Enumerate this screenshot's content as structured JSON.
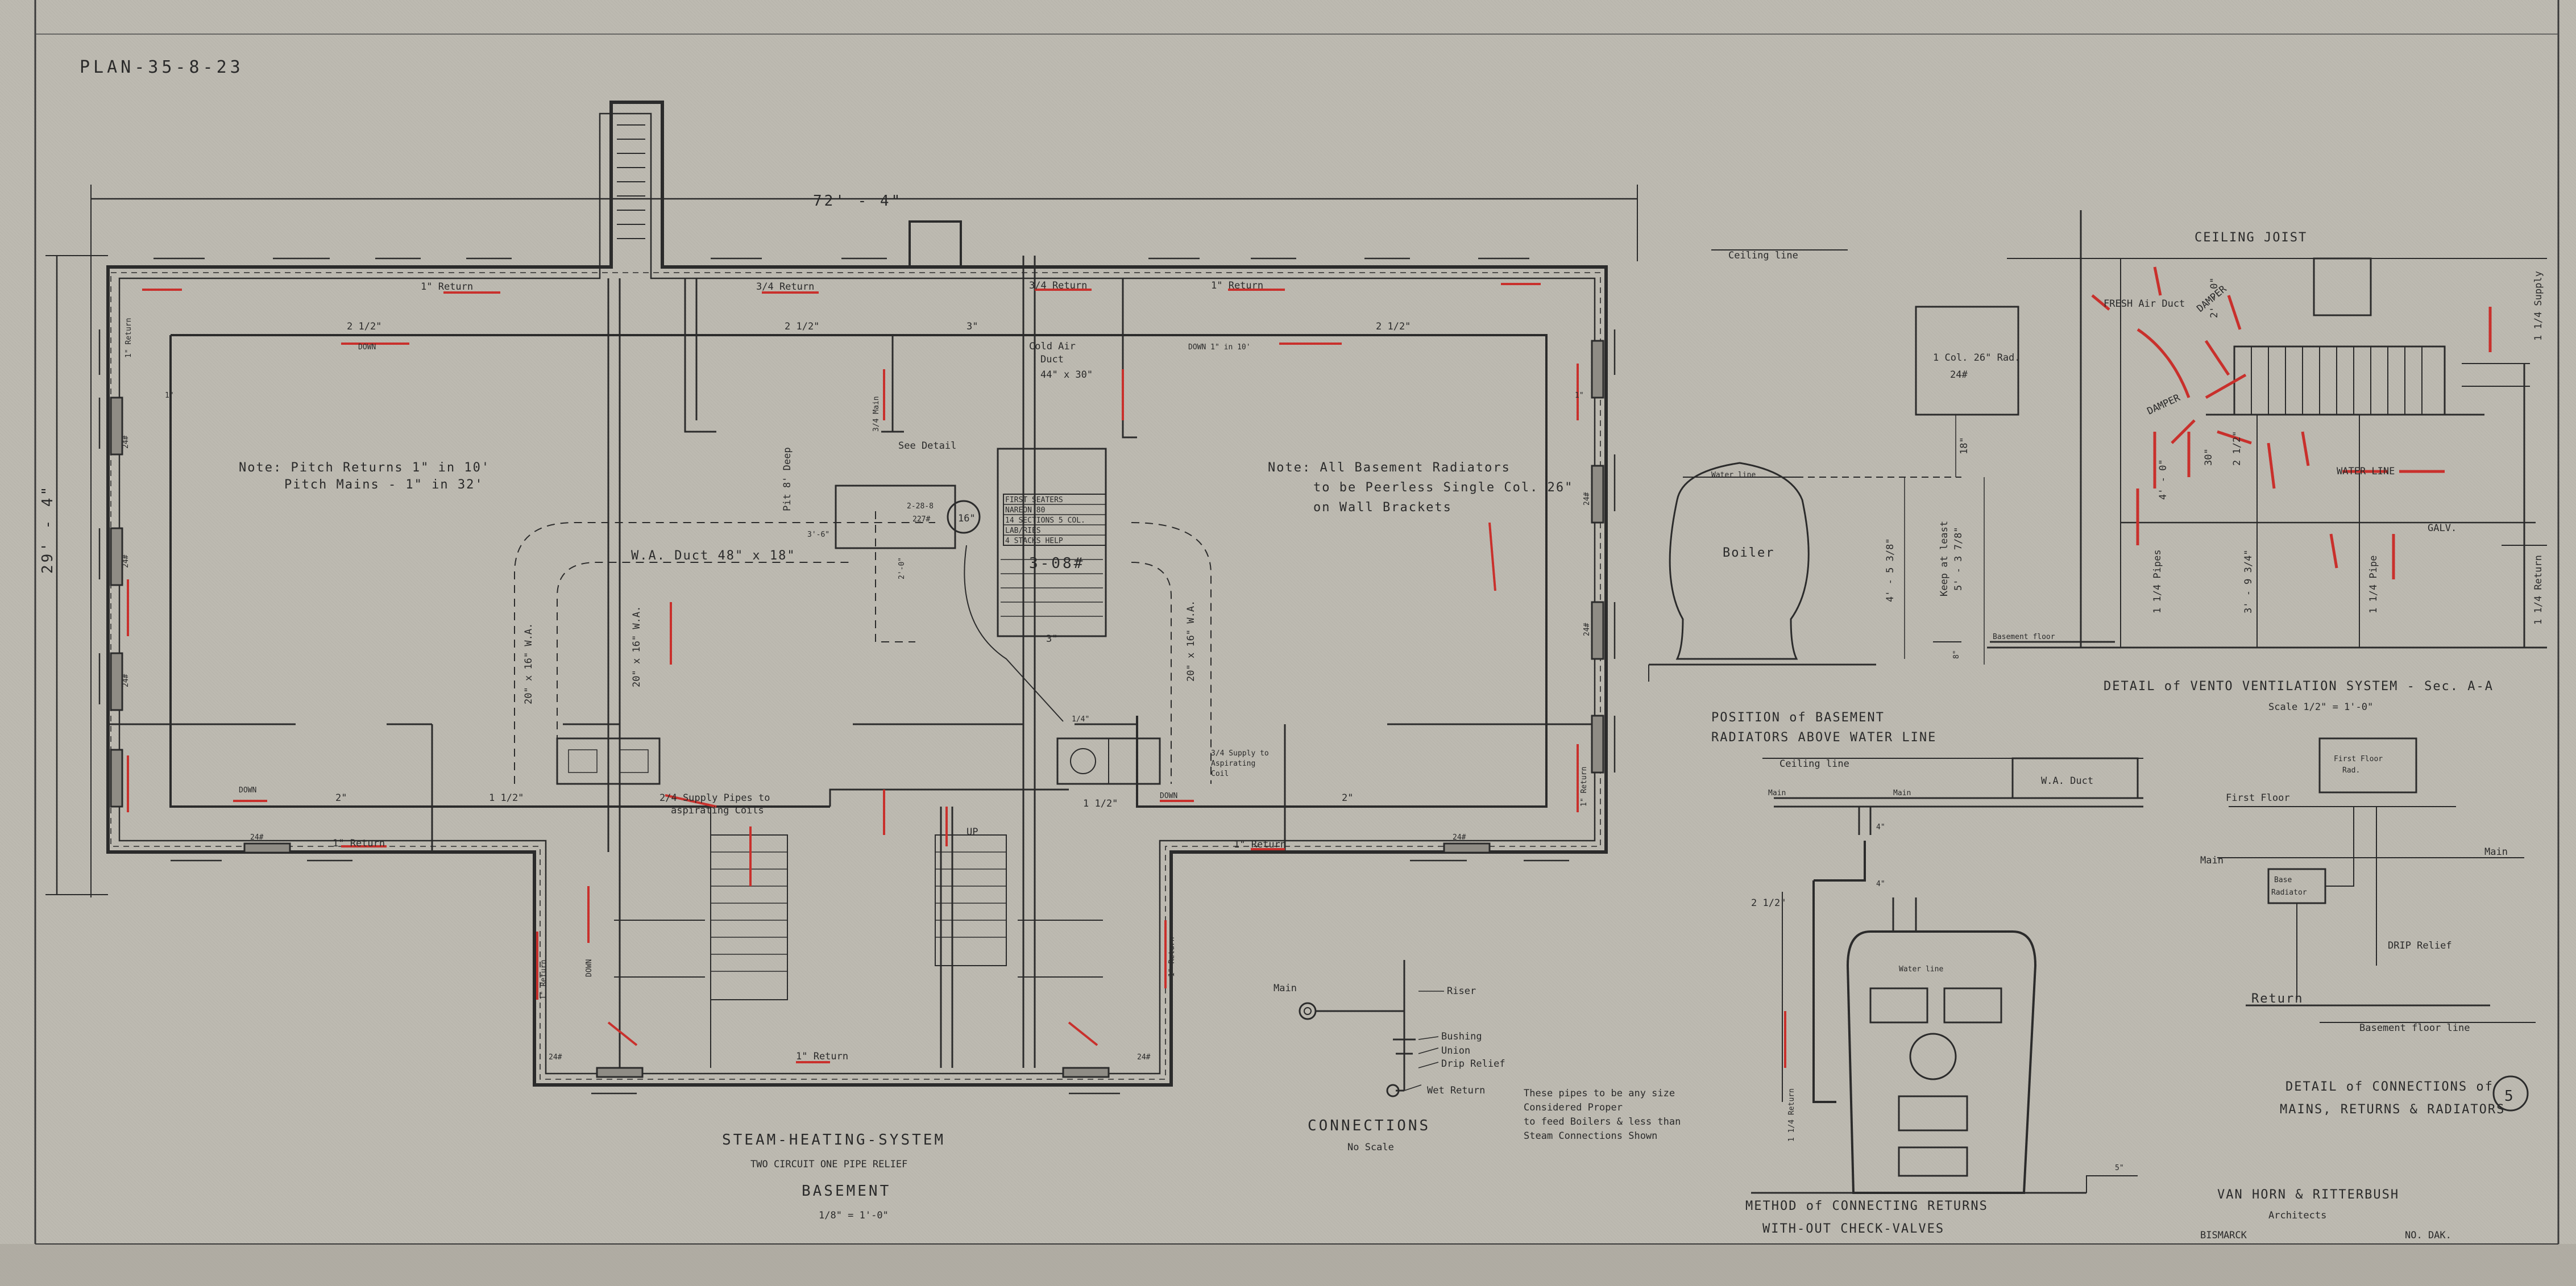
{
  "plan_number": "PLAN-35-8-23",
  "sheet_number": "5",
  "dimensions": {
    "overall_width": "72' - 4\"",
    "overall_depth": "29' - 4\""
  },
  "main_plan": {
    "title": "STEAM-HEATING-SYSTEM",
    "subtitle": "TWO CIRCUIT ONE PIPE RELIEF",
    "level": "BASEMENT",
    "scale": "1/8\" = 1'-0\"",
    "note_pitch": [
      "Note: Pitch Returns 1\" in 10'",
      "Pitch Mains - 1\" in 32'"
    ],
    "note_radiators": [
      "Note: All Basement Radiators",
      "to be Peerless Single Col. 26\"",
      "on Wall Brackets"
    ],
    "cold_air_duct": [
      "Cold Air",
      "Duct",
      "44\" x 30\""
    ],
    "wa_duct": "W.A. Duct 48\" x 18\"",
    "boiler_table": [
      "FIRST SEATERS",
      "NAREON 80",
      "14 SECTIONS 5 COL.",
      "LAB/RIES",
      "4 STACKS HELP"
    ],
    "boiler_size": "3-08#",
    "see_detail": "See Detail",
    "pit_depth": "Pit 8' Deep",
    "supply_note": [
      "2/4 Supply Pipes to",
      "aspirating Coils"
    ],
    "supply_note_right": [
      "3/4 Supply to",
      "Aspirating",
      "Coil"
    ],
    "labels": {
      "return": "1\" Return",
      "return_34": "3/4 Return",
      "down": "DOWN",
      "down_1in10": "DOWN 1\" in 10'",
      "rad_24": "24#",
      "wa_right": "20\" x 16\" W.A.",
      "wa_left": "20\" x 16\" W.A.",
      "wa_left2": "20\" x 16\" W.A.",
      "main_34": "3/4 Main",
      "up": "UP",
      "pipe_2_half": "2 1/2\"",
      "pipe_3": "3\"",
      "pipe_2": "2\"",
      "pipe_1_half": "1 1/2\"",
      "pipe_1": "1\"",
      "pipe_14": "1/4\"",
      "size_16": "16\"",
      "size_3_6": "3'-6\"",
      "size_2_0": "2'-0\"",
      "code_228": "2-28-8",
      "code_ss": "227#"
    }
  },
  "connections": {
    "title": "CONNECTIONS",
    "subtitle": "No Scale",
    "labels": [
      "Main",
      "Riser",
      "Bushing",
      "Union",
      "Drip Relief",
      "Wet Return"
    ]
  },
  "pipes_note": [
    "These pipes to be any size",
    "Considered Proper",
    "to feed Boilers & less than",
    "Steam Connections Shown"
  ],
  "boiler_position": {
    "title": [
      "POSITION of BASEMENT",
      "RADIATORS ABOVE WATER LINE"
    ],
    "ceiling_line": "Ceiling line",
    "water_line": "Water line",
    "boiler": "Boiler",
    "basement_floor": "Basement floor",
    "radiator": [
      "1 Col. 26\" Rad.",
      "24#"
    ],
    "keep_note": [
      "Keep at least",
      "5' - 3 7/8\""
    ],
    "dim_18": "18\"",
    "dim_4": "4' - 5 3/8\"",
    "dim_8": "8\""
  },
  "vento_detail": {
    "title": "DETAIL of VENTO VENTILATION SYSTEM - Sec. A-A",
    "scale": "Scale 1/2\" = 1'-0\"",
    "ceiling_joist": "CEILING JOIST",
    "fresh_air": "FRESH Air Duct",
    "damper": "DAMPER",
    "damper2": "DAMPER",
    "water_line": "WATER LINE",
    "galv": "GALV.",
    "labels": [
      "1 1/4 Pipes",
      "3' - 9 3/4\"",
      "1 1/4 Pipe",
      "1 1/4 Supply",
      "1 1/4 Return",
      "2' - 0\"",
      "4' - 0\"",
      "30\"",
      "2 1/2\""
    ]
  },
  "return_method": {
    "title": [
      "METHOD of CONNECTING RETURNS",
      "WITH-OUT CHECK-VALVES"
    ],
    "ceiling_line": "Ceiling line",
    "wa_duct": "W.A. Duct",
    "main": "Main",
    "water_line": "Water line",
    "return": "1 1/4 Return",
    "dims": [
      "2 1/2\"",
      "4\"",
      "4\"",
      "5\""
    ]
  },
  "radiator_connections": {
    "title": [
      "DETAIL of CONNECTIONS of",
      "MAINS, RETURNS & RADIATORS"
    ],
    "first_floor": "First Floor",
    "first_floor_rad": [
      "First Floor",
      "Rad."
    ],
    "main": "Main",
    "main_right": "Main",
    "base_radiator": [
      "Base",
      "Radiator"
    ],
    "drip_relief": "DRIP Relief",
    "return": "Return",
    "basement_floor_line": "Basement floor line"
  },
  "architects": {
    "firm": "VAN HORN & RITTERBUSH",
    "role": "Architects",
    "city": "BISMARCK",
    "state": "NO. DAK."
  }
}
